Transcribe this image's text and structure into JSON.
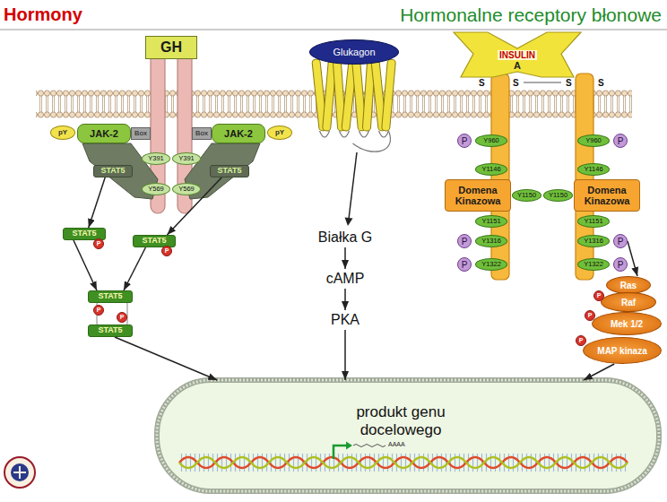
{
  "diagram": {
    "title": "Hormonalne receptory błonowe",
    "nodes": [
      {
        "text": [
          "GH"
        ]
      },
      {
        "text": [
          "pY"
        ]
      },
      {
        "text": [
          "JAK-2"
        ]
      },
      {
        "text": [
          "Box"
        ]
      },
      {
        "text": [
          "Box"
        ]
      },
      {
        "text": [
          "JAK-2"
        ]
      },
      {
        "text": [
          "pY"
        ]
      },
      {
        "text": [
          "Y391"
        ]
      },
      {
        "text": [
          "Y391"
        ]
      },
      {
        "text": [
          "STAT5"
        ]
      },
      {
        "text": [
          "STAT5"
        ]
      },
      {
        "text": [
          "Y569"
        ]
      },
      {
        "text": [
          "Y569"
        ]
      },
      {
        "text": [
          "STAT5"
        ]
      },
      {
        "text": [
          "P"
        ]
      },
      {
        "text": [
          "STAT5"
        ]
      },
      {
        "text": [
          "P"
        ]
      },
      {
        "text": [
          "STAT5"
        ]
      },
      {
        "text": [
          "P"
        ]
      },
      {
        "text": [
          "P"
        ]
      },
      {
        "text": [
          "STAT5"
        ]
      },
      {
        "text": [
          "Glukagon"
        ]
      },
      {
        "text": [
          "Białka G"
        ]
      },
      {
        "text": [
          "cAMP"
        ]
      },
      {
        "text": [
          "PKA"
        ]
      },
      {
        "text": [
          "INSULIN",
          "A"
        ]
      },
      {
        "text": [
          "P"
        ]
      },
      {
        "text": [
          "Y960"
        ]
      },
      {
        "text": [
          "Y960"
        ]
      },
      {
        "text": [
          "P"
        ]
      },
      {
        "text": [
          "Y1146"
        ]
      },
      {
        "text": [
          "Y1146"
        ]
      },
      {
        "text": [
          "Domena Kinazowa"
        ]
      },
      {
        "text": [
          "Y1150"
        ]
      },
      {
        "text": [
          "Y1150"
        ]
      },
      {
        "text": [
          "Domena Kinazowa"
        ]
      },
      {
        "text": [
          "Y1151"
        ]
      },
      {
        "text": [
          "Y1151"
        ]
      },
      {
        "text": [
          "P"
        ]
      },
      {
        "text": [
          "Y1316"
        ]
      },
      {
        "text": [
          "Y1316"
        ]
      },
      {
        "text": [
          "P"
        ]
      },
      {
        "text": [
          "P"
        ]
      },
      {
        "text": [
          "Y1322"
        ]
      },
      {
        "text": [
          "Y1322"
        ]
      },
      {
        "text": [
          "P"
        ]
      },
      {
        "text": [
          "Ras"
        ]
      },
      {
        "text": [
          "Raf"
        ]
      },
      {
        "text": [
          "P"
        ]
      },
      {
        "text": [
          "Mek 1/2"
        ]
      },
      {
        "text": [
          "P"
        ]
      },
      {
        "text": [
          "MAP kinaza"
        ]
      },
      {
        "text": [
          "P"
        ]
      },
      {
        "text": [
          "produkt genu docelowego"
        ]
      }
    ],
    "edges": [
      {
        "from": 9,
        "to": 13,
        "arrow": "to"
      },
      {
        "from": 10,
        "to": 15,
        "arrow": "to"
      },
      {
        "from": 13,
        "to": 17,
        "arrow": "to"
      },
      {
        "from": 15,
        "to": 17,
        "arrow": "to"
      },
      {
        "from": 20,
        "to": 53,
        "arrow": "to"
      },
      {
        "from": 22,
        "to": 23,
        "arrow": "to"
      },
      {
        "from": 23,
        "to": 24,
        "arrow": "to"
      },
      {
        "from": 24,
        "to": 53,
        "arrow": "to"
      },
      {
        "from": 41,
        "to": 46,
        "arrow": "to"
      },
      {
        "from": 51,
        "to": 53,
        "arrow": "to"
      }
    ],
    "labels": [
      "Hormony",
      "S",
      "S",
      "S",
      "S",
      "AAAA"
    ]
  }
}
